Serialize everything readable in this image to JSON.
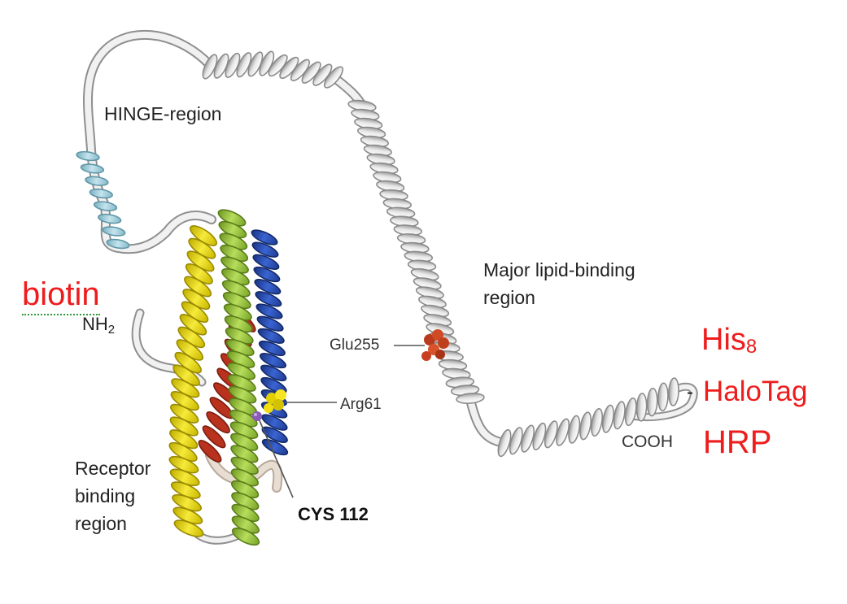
{
  "labels": {
    "hinge": "HINGE-region",
    "lipid_line1": "Major lipid-binding",
    "lipid_line2": "region",
    "glu": "Glu255",
    "arg": "Arg61",
    "cys": "CYS 112",
    "receptor_line1": "Receptor",
    "receptor_line2": "binding",
    "receptor_line3": "region",
    "nh_main": "NH",
    "nh_sub": "2",
    "cooh": "COOH"
  },
  "tags": {
    "biotin": "biotin",
    "his_main": "His",
    "his_sub": "8",
    "halotag": "HaloTag",
    "hrp": "HRP",
    "dash": "-"
  },
  "colors": {
    "backbone": "#e8e8e8",
    "hinge_helix": "#a9d4e0",
    "helix_yellow": "#f0e020",
    "helix_green": "#9ccc3c",
    "helix_blue": "#2a4fb8",
    "helix_red": "#b8321e",
    "glu_spheres": "#c84020",
    "arg_spheres": "#f0e000",
    "cys_sphere": "#8a5ab8",
    "tag_text": "#ee1c1c"
  }
}
